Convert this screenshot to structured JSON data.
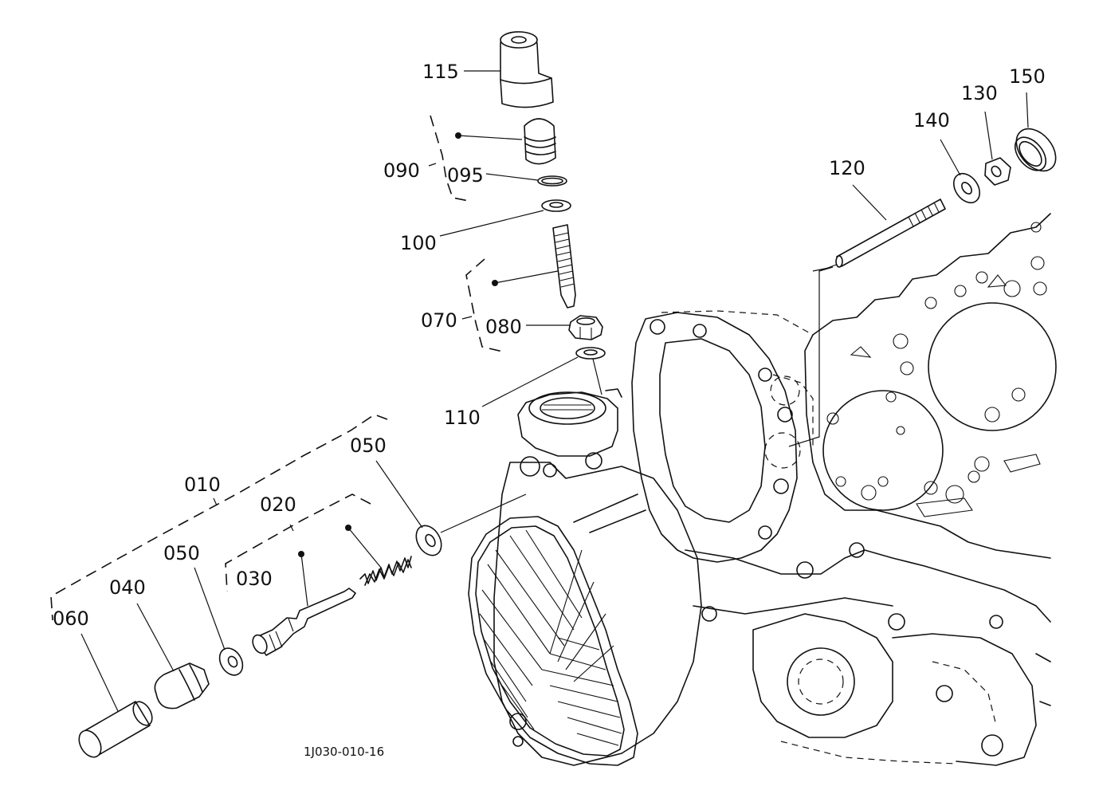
{
  "figure_id": "1J030-010-16",
  "callouts": {
    "c010": "010",
    "c020": "020",
    "c030": "030",
    "c040": "040",
    "c050a": "050",
    "c050b": "050",
    "c060": "060",
    "c070": "070",
    "c080": "080",
    "c090": "090",
    "c095": "095",
    "c100": "100",
    "c110": "110",
    "c115": "115",
    "c120": "120",
    "c130": "130",
    "c140": "140",
    "c150": "150"
  },
  "icons": {
    "engine_block": "engine-block-outline",
    "part_marker": "filled-dot"
  }
}
